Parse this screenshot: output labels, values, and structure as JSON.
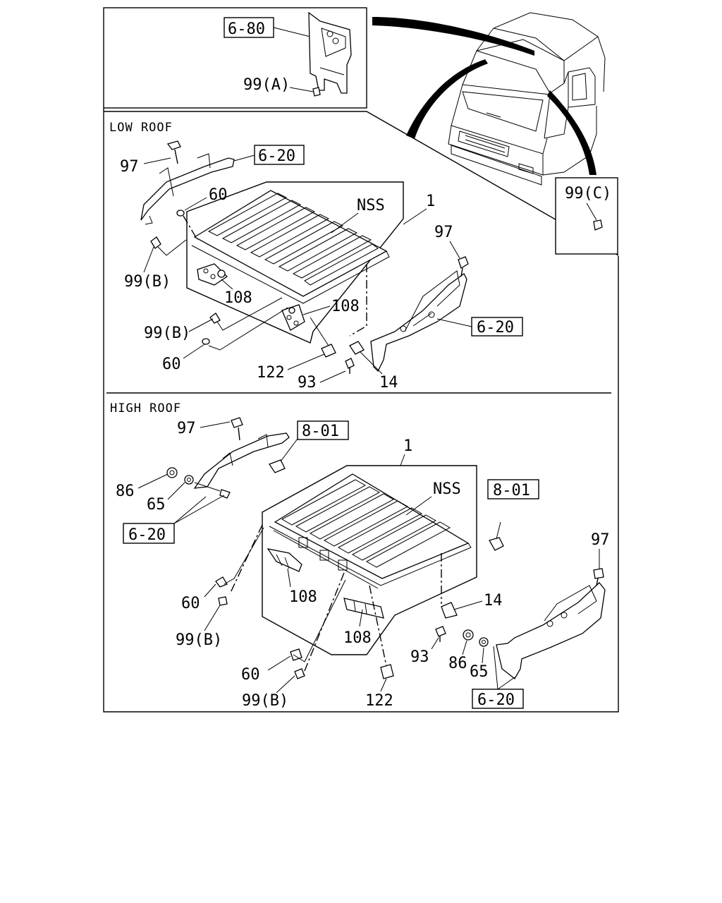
{
  "sections": {
    "low_roof": "LOW ROOF",
    "high_roof": "HIGH ROOF"
  },
  "callouts": {
    "ref_6_80": "6-80",
    "inset_99a": "99(A)",
    "inset_99c": "99(C)",
    "low_97_left": "97",
    "low_6_20_left": "6-20",
    "low_60_top": "60",
    "low_nss": "NSS",
    "low_1": "1",
    "low_97_right": "97",
    "low_99b_top": "99(B)",
    "low_108_left": "108",
    "low_108_right": "108",
    "low_6_20_right": "6-20",
    "low_99b_bottom": "99(B)",
    "low_60_bottom": "60",
    "low_122": "122",
    "low_93": "93",
    "low_14": "14",
    "high_97_left": "97",
    "high_8_01_left": "8-01",
    "high_1": "1",
    "high_86_left": "86",
    "high_65_left": "65",
    "high_nss": "NSS",
    "high_8_01_right": "8-01",
    "high_6_20_left": "6-20",
    "high_97_right": "97",
    "high_60_top": "60",
    "high_108_left": "108",
    "high_14": "14",
    "high_99b_top": "99(B)",
    "high_108_right": "108",
    "high_93": "93",
    "high_86_right": "86",
    "high_65_right": "65",
    "high_60_bottom": "60",
    "high_99b_bottom": "99(B)",
    "high_122": "122",
    "high_6_20_right": "6-20"
  }
}
